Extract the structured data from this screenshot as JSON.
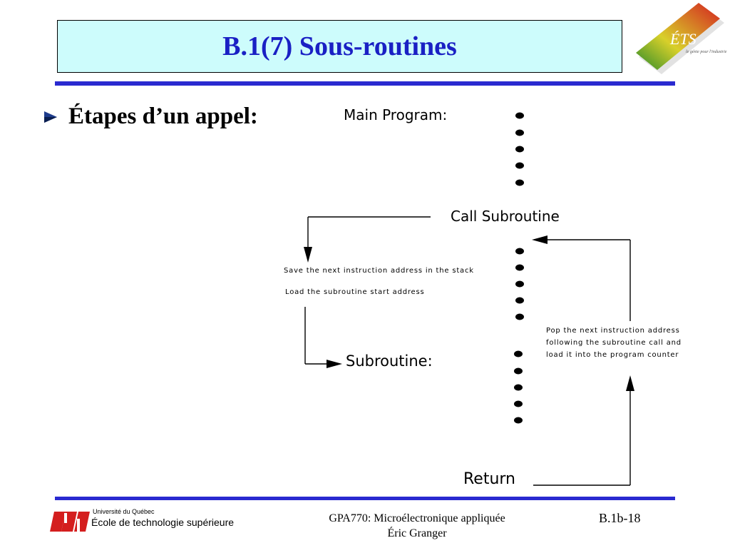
{
  "title": "B.1(7) Sous-routines",
  "logo": {
    "text": "ÉTS",
    "tagline": "le génie pour l'industrie"
  },
  "bullet": {
    "text": "Étapes d’un appel:"
  },
  "diagram": {
    "main_program": "Main Program:",
    "call_subroutine": "Call Subroutine",
    "save_step": "Save the next instruction address in the stack",
    "load_step": "Load the subroutine start address",
    "subroutine": "Subroutine:",
    "pop_lines": [
      "Pop the next instruction address",
      "following the subroutine call and",
      "load it into the program counter"
    ],
    "return": "Return"
  },
  "footer": {
    "university": "Université du Québec",
    "school": "École de technologie supérieure",
    "course": "GPA770:  Microélectronique appliquée",
    "author": "Éric Granger",
    "page": "B.1b-18"
  },
  "colors": {
    "title": "#1a20c4",
    "title_bg": "#cdfcfc",
    "rule": "#2a2ad0",
    "bullet": "#1e3c8c",
    "logo_red": "#d41e1e"
  }
}
